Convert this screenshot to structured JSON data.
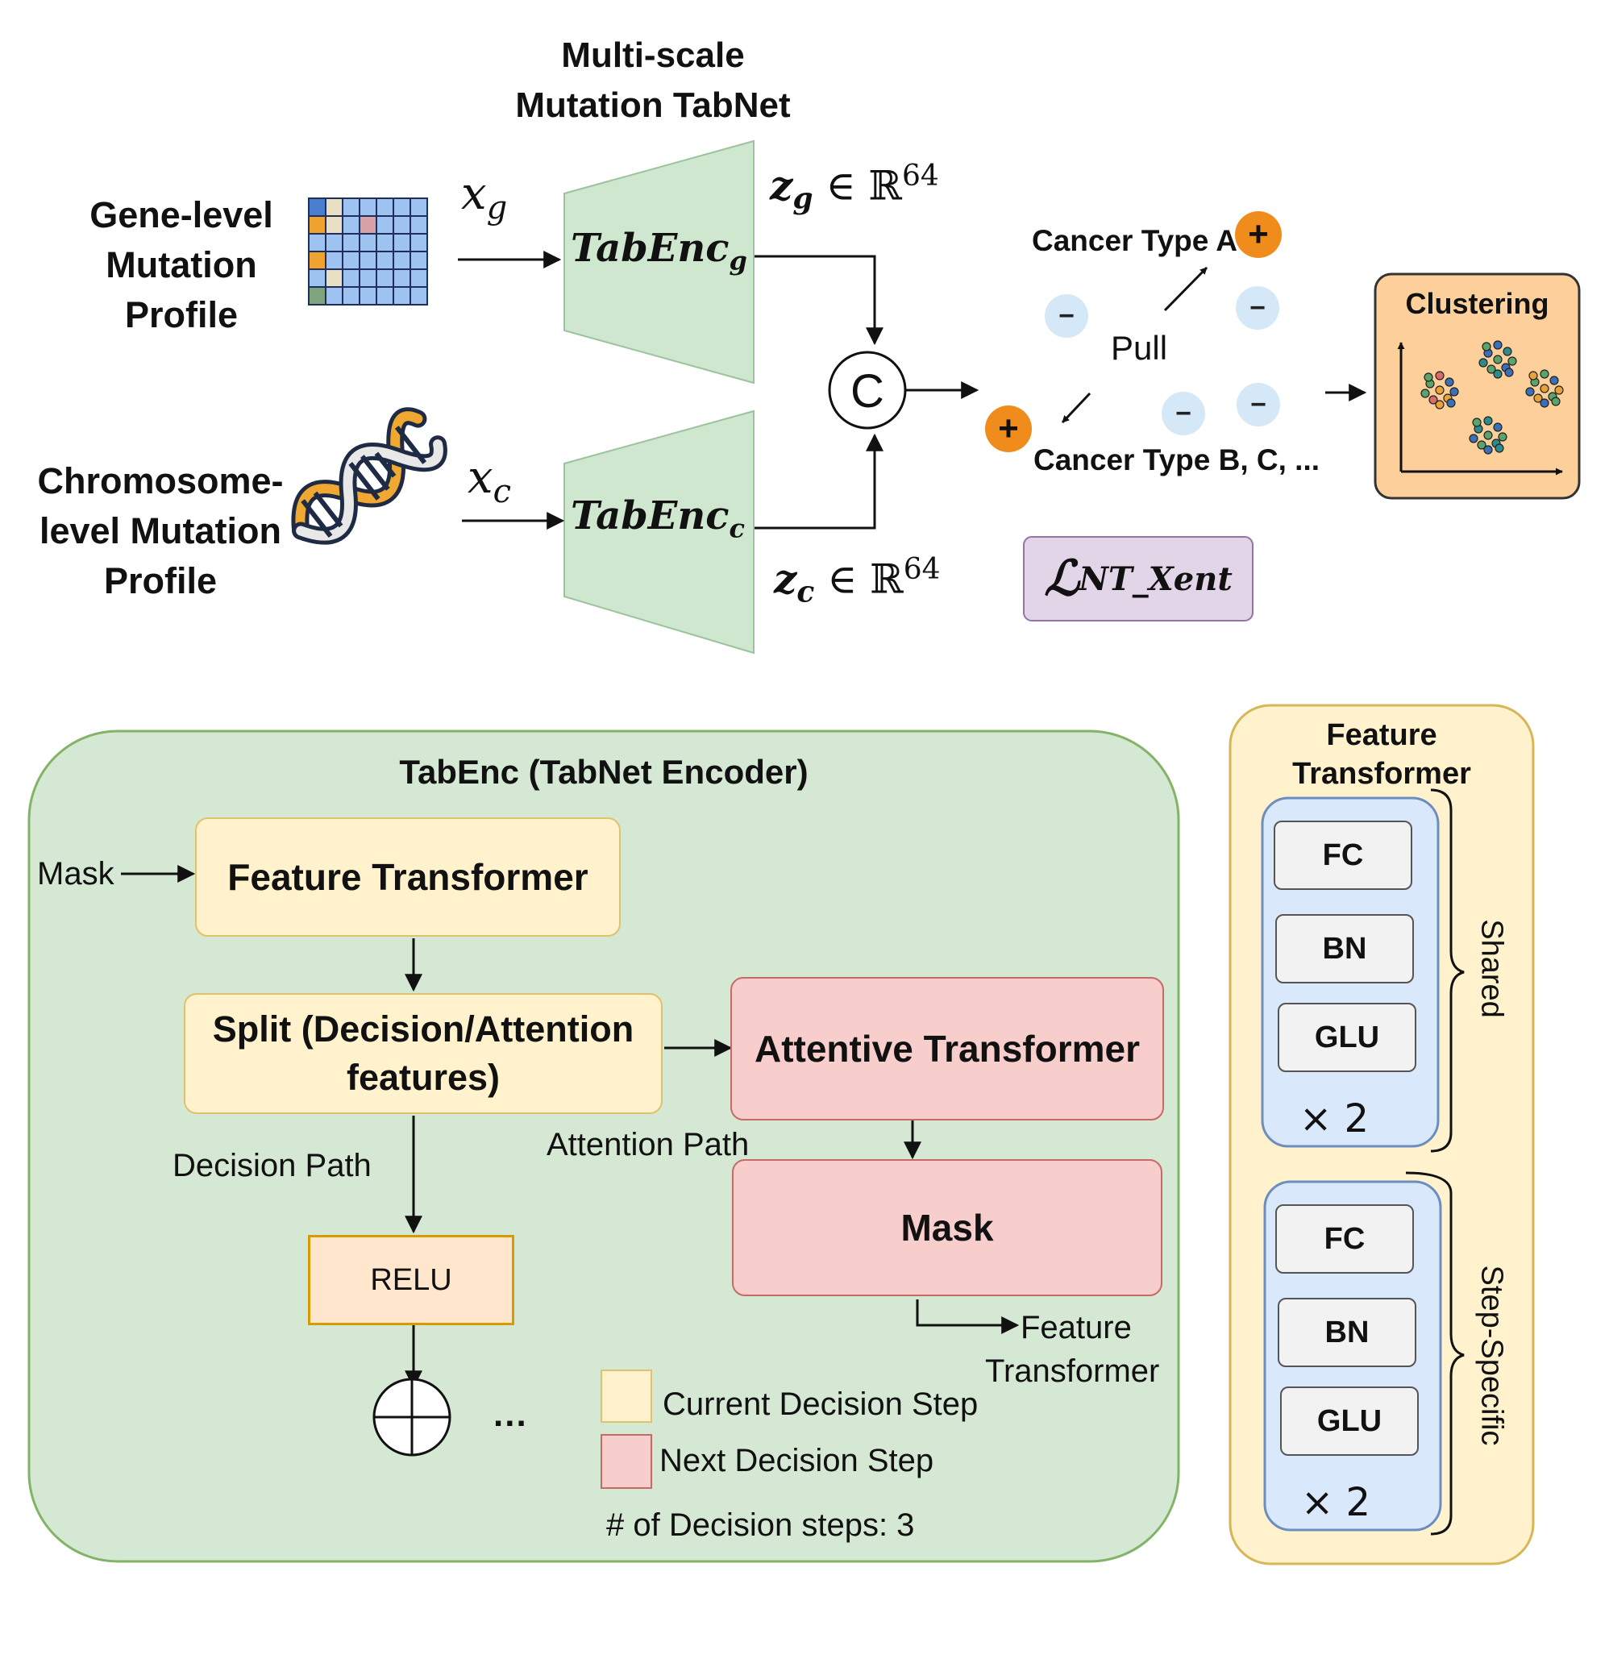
{
  "top": {
    "title_line1": "Multi-scale",
    "title_line2": "Mutation TabNet",
    "gene_label": [
      "Gene-level",
      "Mutation",
      "Profile"
    ],
    "chrom_label": [
      "Chromosome-",
      "level Mutation",
      "Profile"
    ],
    "xg": {
      "base": "x",
      "sub": "g"
    },
    "xc": {
      "base": "x",
      "sub": "c"
    },
    "enc_g": {
      "base": "TabEnc",
      "sub": "g"
    },
    "enc_c": {
      "base": "TabEnc",
      "sub": "c"
    },
    "zg": {
      "base": "z",
      "sub": "g",
      "rel": "∈ ℝ",
      "sup": "64"
    },
    "zc": {
      "base": "z",
      "sub": "c",
      "rel": "∈ ℝ",
      "sup": "64"
    },
    "concat_symbol": "C",
    "cancer_a": "Cancer Type A",
    "cancer_b": "Cancer Type B, C, ...",
    "pull": "Pull",
    "plus_sign": "+",
    "minus_sign": "−",
    "loss": {
      "base": "ℒ",
      "sub": "NT_Xent"
    },
    "clustering": "Clustering"
  },
  "tabenc": {
    "title": "TabEnc (TabNet Encoder)",
    "mask_input": "Mask",
    "feature_transformer": "Feature Transformer",
    "split_line1": "Split (Decision/Attention",
    "split_line2": "features)",
    "attentive_transformer": "Attentive Transformer",
    "attention_path": "Attention Path",
    "decision_path": "Decision Path",
    "mask_box": "Mask",
    "relu": "RELU",
    "ellipsis": "...",
    "feature_out_line1": "Feature",
    "feature_out_line2": "Transformer",
    "legend_current": "Current Decision Step",
    "legend_next": "Next Decision Step",
    "decision_steps": "# of Decision steps: 3"
  },
  "ft_panel": {
    "title_line1": "Feature",
    "title_line2": "Transformer",
    "shared_blocks": [
      "FC",
      "BN",
      "GLU"
    ],
    "shared_repeat": "× 2",
    "shared_label": "Shared",
    "step_blocks": [
      "FC",
      "BN",
      "GLU"
    ],
    "step_repeat": "× 2",
    "step_label": "Step-Specific"
  },
  "colors": {
    "encoder_green": "#d5e8d4",
    "trapezoid_green": "#cfe6cf",
    "yellow_fill": "#fff2cc",
    "pink_fill": "#f8cecc",
    "relu_fill": "#ffe6cc",
    "orange_accent": "#f08c1c",
    "blue_block": "#dae8fc",
    "loss_purple": "#e1d5e7"
  }
}
